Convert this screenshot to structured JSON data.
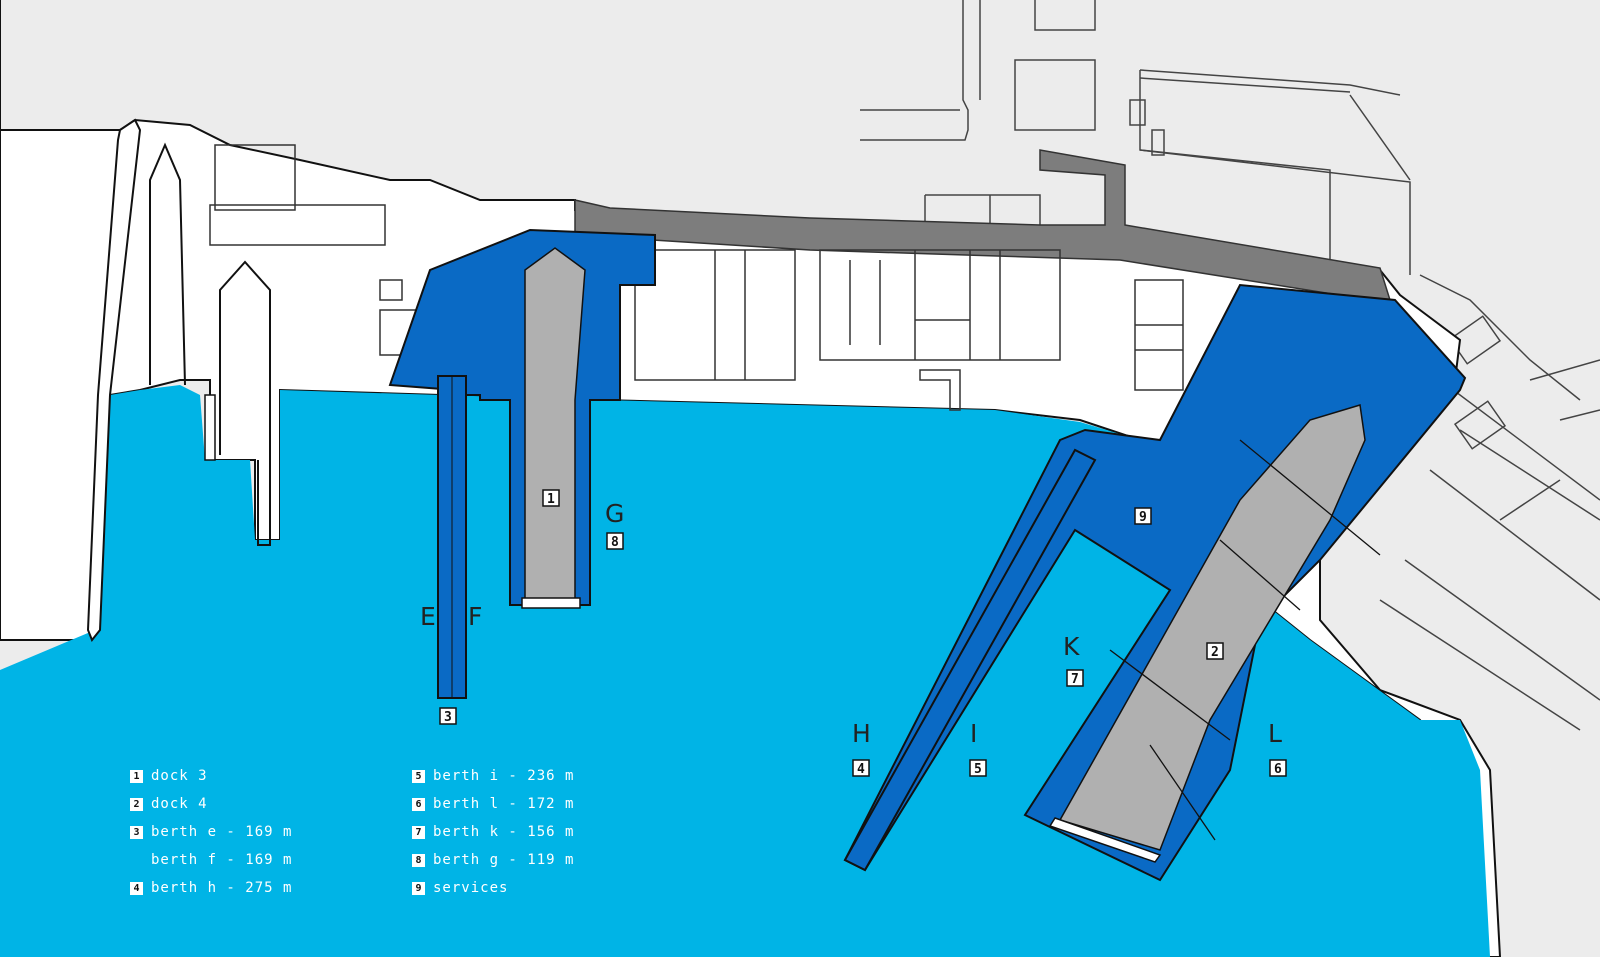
{
  "colors": {
    "water": "#00b4e6",
    "quay": "#0a6ac5",
    "dock_fill": "#b0b0b0",
    "road": "#7d7d7d",
    "land": "#ececec",
    "built_area": "#ffffff",
    "outline": "#111111"
  },
  "map_labels": {
    "e": "E",
    "f": "F",
    "g": "G",
    "h": "H",
    "i": "I",
    "k": "K",
    "l": "L"
  },
  "map_numbers": {
    "dock3": "1",
    "dock4": "2",
    "berth_ef": "3",
    "berth_h": "4",
    "berth_i": "5",
    "berth_l": "6",
    "berth_k": "7",
    "berth_g": "8",
    "services": "9"
  },
  "legend": {
    "left": [
      {
        "num": "1",
        "text": "dock 3"
      },
      {
        "num": "2",
        "text": "dock 4"
      },
      {
        "num": "3",
        "text": "berth e - 169 m"
      },
      {
        "num": "",
        "text": "berth f - 169 m"
      },
      {
        "num": "4",
        "text": "berth h - 275 m"
      }
    ],
    "right": [
      {
        "num": "5",
        "text": "berth i - 236 m"
      },
      {
        "num": "6",
        "text": "berth l - 172 m"
      },
      {
        "num": "7",
        "text": "berth k - 156 m"
      },
      {
        "num": "8",
        "text": "berth g - 119 m"
      },
      {
        "num": "9",
        "text": "services"
      }
    ]
  }
}
